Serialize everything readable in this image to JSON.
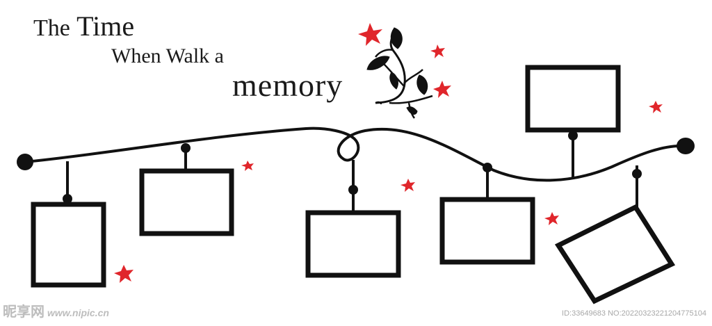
{
  "title": {
    "word_the": "The",
    "word_time": "Time",
    "line2": "When Walk a",
    "line3": "memory"
  },
  "watermark": {
    "brand": "昵享网",
    "url": "www.nipic.cn",
    "id": "ID:33649683 NO:20220323221204775104"
  },
  "colors": {
    "ink": "#111111",
    "star": "#e0262b"
  }
}
